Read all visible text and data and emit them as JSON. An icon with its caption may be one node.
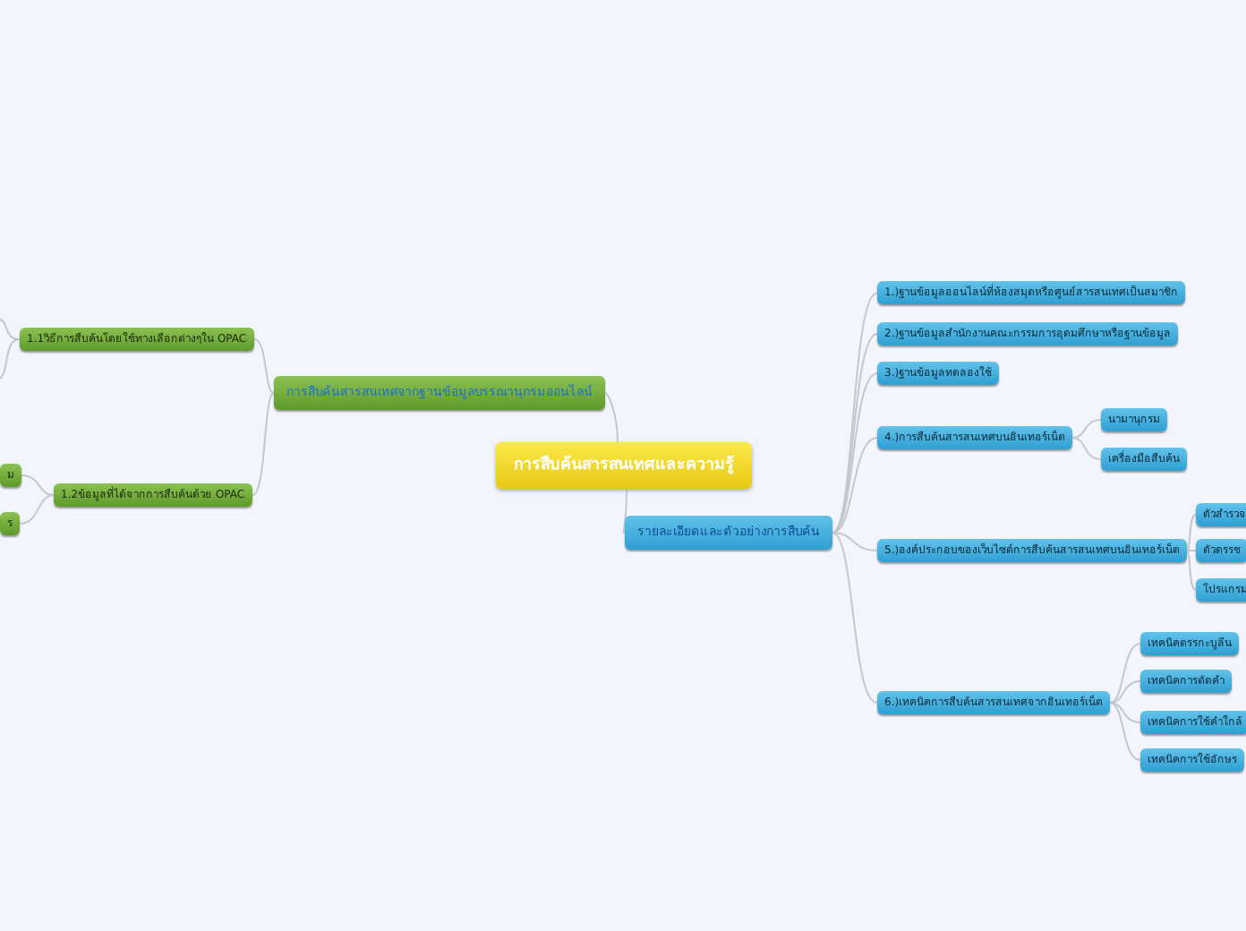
{
  "diagram": {
    "nodes": [
      {
        "text": [
          "การสืบค้นสารสนเทศและความรู้"
        ]
      },
      {
        "text": [
          "การสืบค้นสารสนเทศจากฐานข้อมูลบรรณานุกรมออนไลน์"
        ]
      },
      {
        "text": [
          "1.1วิธีการสืบค้นโดยใช้ทางเลือกต่างๆใน OPAC"
        ]
      },
      {
        "text": [
          "1.2ข้อมูลที่ได้จากการสืบค้นด้วย OPAC"
        ]
      },
      {
        "text": [
          "ม"
        ]
      },
      {
        "text": [
          "ร"
        ]
      },
      {
        "text": [
          "รายละเอียดและตัวอย่างการสืบค้น"
        ]
      },
      {
        "text": [
          "1.)ฐานข้อมูลออนไลน์ที่ห้องสมุดหรือศูนย์สารสนเทศเป็นสมาชิก"
        ]
      },
      {
        "text": [
          "2.)ฐานข้อมูลสำนักงานคณะกรรมการอุดมศึกษาหรือฐานข้อมูล"
        ]
      },
      {
        "text": [
          "3.)ฐานข้อมูลทดลองใช้"
        ]
      },
      {
        "text": [
          "4.)การสืบค้นสารสนเทศบนอินเทอร์เน็ต"
        ]
      },
      {
        "text": [
          "5.)องค์ประกอบของเว็บไซต์การสืบค้นสารสนเทศบนอินเทอร์เน็ต"
        ]
      },
      {
        "text": [
          "6.)เทคนิคการสืบค้นสารสนเทศจากอินเทอร์เน็ต"
        ]
      },
      {
        "text": [
          "นามานุกรม"
        ]
      },
      {
        "text": [
          "เครื่องมือสืบค้น"
        ]
      },
      {
        "text": [
          "ตัวสำรวจ"
        ]
      },
      {
        "text": [
          "ตัวดรรช"
        ]
      },
      {
        "text": [
          "โปรแกรม"
        ]
      },
      {
        "text": [
          "เทคนิคตรรกะบูลีน"
        ]
      },
      {
        "text": [
          "เทคนิคการตัดคำ"
        ]
      },
      {
        "text": [
          "เทคนิคการใช้คำใกล้"
        ]
      },
      {
        "text": [
          "เทคนิคการใช้อักษร"
        ]
      }
    ],
    "edges": [
      {
        "from": 0,
        "to": 1,
        "arrow": "none"
      },
      {
        "from": 0,
        "to": 6,
        "arrow": "none"
      },
      {
        "from": 1,
        "to": 2,
        "arrow": "none"
      },
      {
        "from": 1,
        "to": 3,
        "arrow": "none"
      },
      {
        "from": 2,
        "to": null,
        "arrow": "none"
      },
      {
        "from": 2,
        "to": null,
        "arrow": "none"
      },
      {
        "from": 3,
        "to": 4,
        "arrow": "none"
      },
      {
        "from": 3,
        "to": 5,
        "arrow": "none"
      },
      {
        "from": 6,
        "to": 7,
        "arrow": "none"
      },
      {
        "from": 6,
        "to": 8,
        "arrow": "none"
      },
      {
        "from": 6,
        "to": 9,
        "arrow": "none"
      },
      {
        "from": 6,
        "to": 10,
        "arrow": "none"
      },
      {
        "from": 6,
        "to": 11,
        "arrow": "none"
      },
      {
        "from": 6,
        "to": 12,
        "arrow": "none"
      },
      {
        "from": 10,
        "to": 13,
        "arrow": "none"
      },
      {
        "from": 10,
        "to": 14,
        "arrow": "none"
      },
      {
        "from": 11,
        "to": 15,
        "arrow": "none"
      },
      {
        "from": 11,
        "to": 16,
        "arrow": "none"
      },
      {
        "from": 11,
        "to": 17,
        "arrow": "none"
      },
      {
        "from": 12,
        "to": 18,
        "arrow": "none"
      },
      {
        "from": 12,
        "to": 19,
        "arrow": "none"
      },
      {
        "from": 12,
        "to": 20,
        "arrow": "none"
      },
      {
        "from": 12,
        "to": 21,
        "arrow": "none"
      }
    ]
  }
}
